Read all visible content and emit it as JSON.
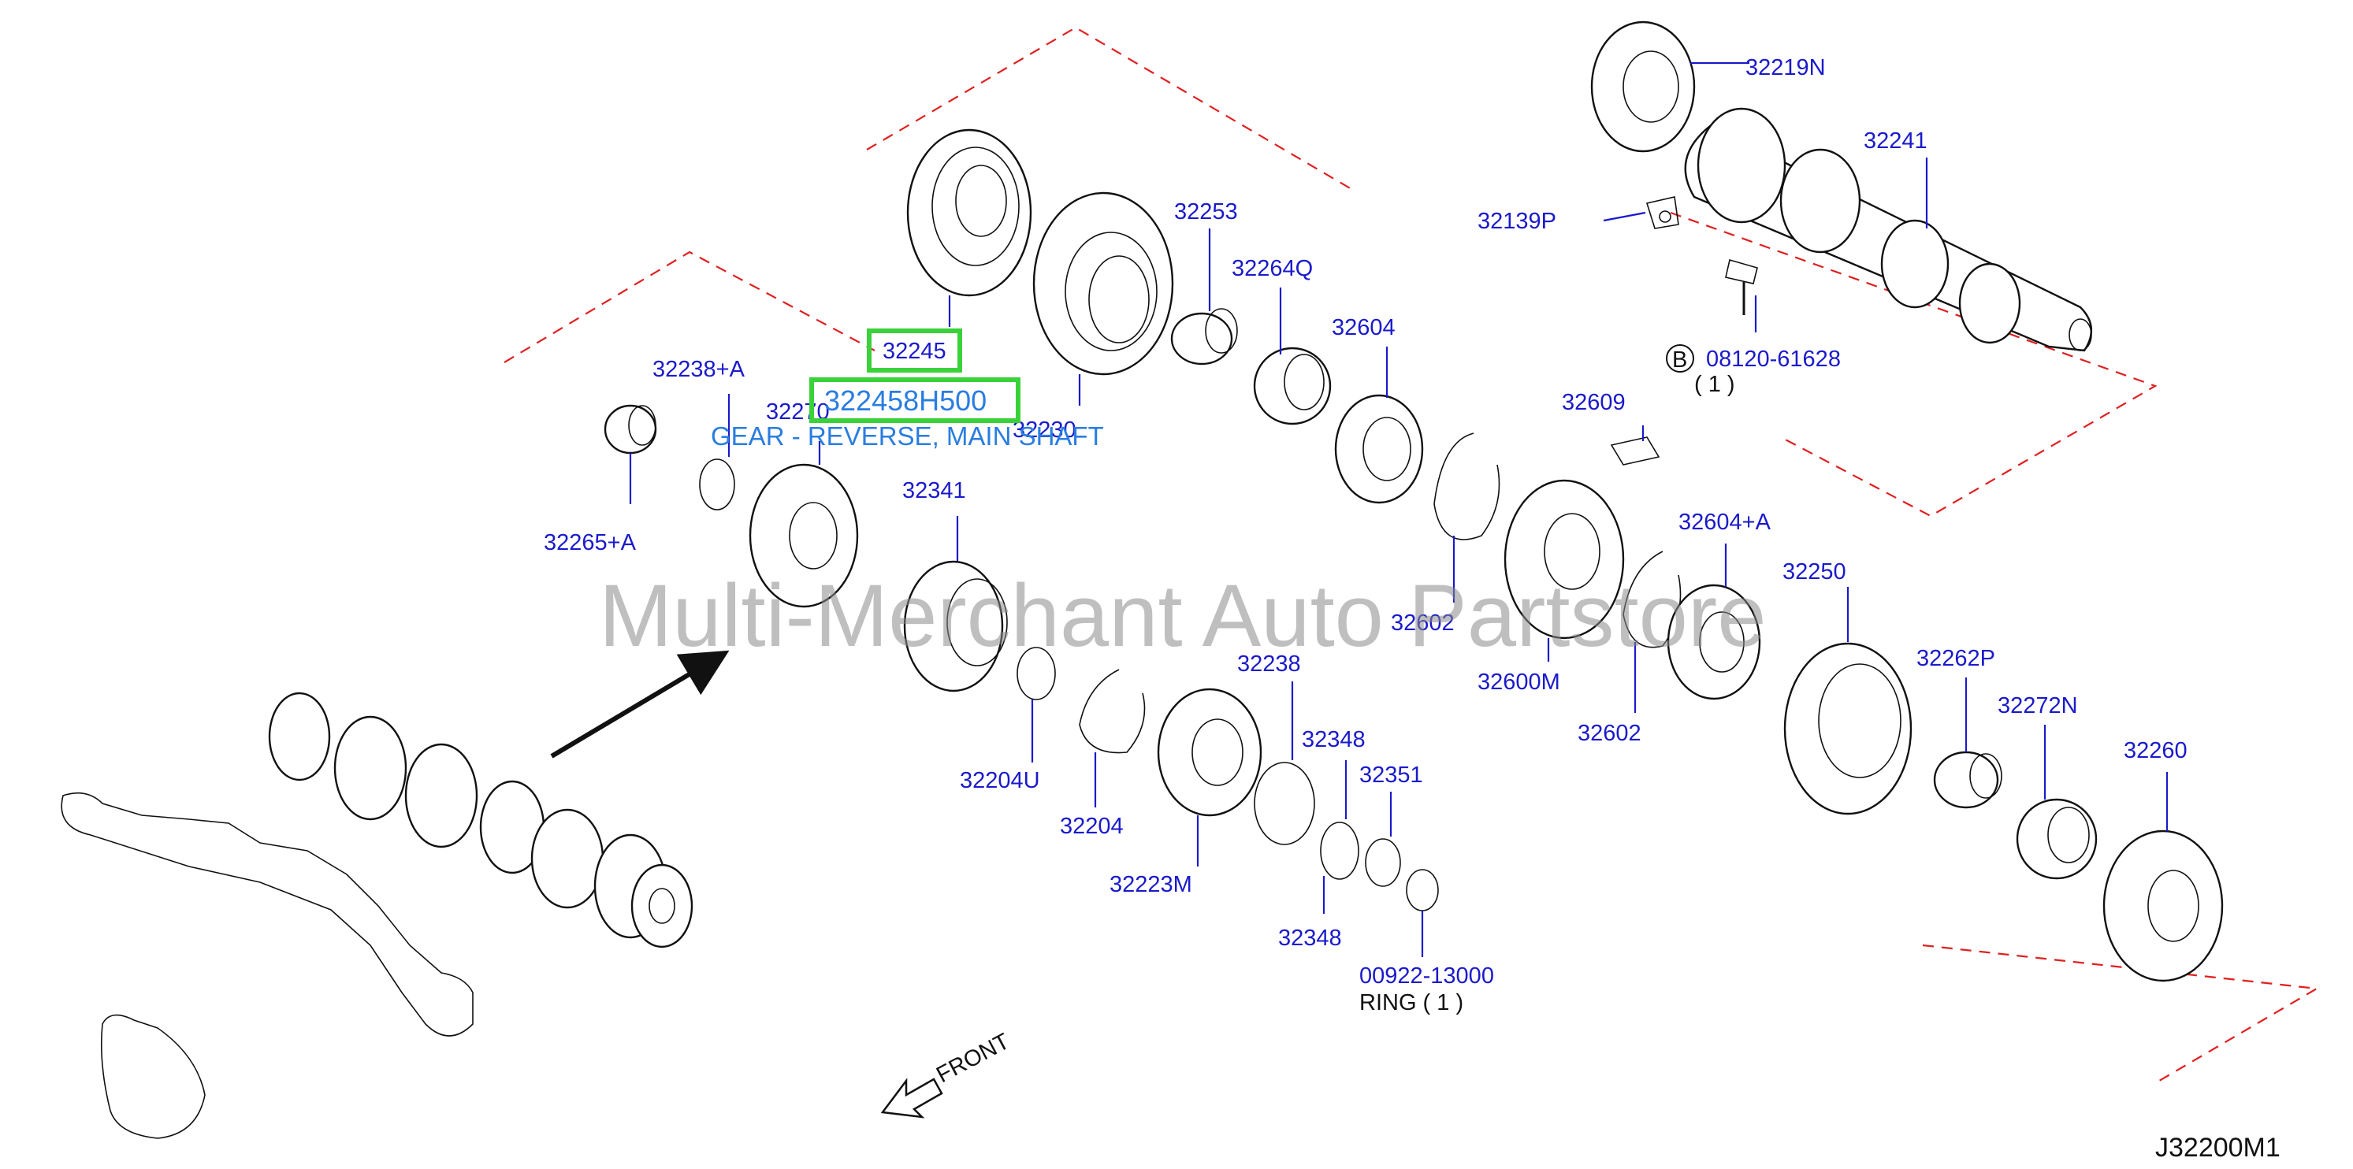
{
  "watermark": "Multi-Merchant Auto Partstore",
  "diagram_code": "J32200M1",
  "front_label": "FRONT",
  "selection": {
    "part_number": "322458H500",
    "description": "GEAR - REVERSE, MAIN SHAFT"
  },
  "callouts": [
    {
      "id": "c32219N",
      "text": "32219N"
    },
    {
      "id": "c32241",
      "text": "32241"
    },
    {
      "id": "c32139P",
      "text": "32139P"
    },
    {
      "id": "c08120",
      "text": "08120-61628"
    },
    {
      "id": "c08120q",
      "text": "( 1 )"
    },
    {
      "id": "c32253",
      "text": "32253"
    },
    {
      "id": "c32264Q",
      "text": "32264Q"
    },
    {
      "id": "c32604",
      "text": "32604"
    },
    {
      "id": "c32245",
      "text": "32245"
    },
    {
      "id": "c32238A",
      "text": "32238+A"
    },
    {
      "id": "c32270",
      "text": "32270"
    },
    {
      "id": "c32230",
      "text": "32230"
    },
    {
      "id": "c32609",
      "text": "32609"
    },
    {
      "id": "c32265A",
      "text": "32265+A"
    },
    {
      "id": "c32341",
      "text": "32341"
    },
    {
      "id": "c32604A",
      "text": "32604+A"
    },
    {
      "id": "c32250",
      "text": "32250"
    },
    {
      "id": "c32602a",
      "text": "32602"
    },
    {
      "id": "c32262P",
      "text": "32262P"
    },
    {
      "id": "c32238",
      "text": "32238"
    },
    {
      "id": "c32600M",
      "text": "32600M"
    },
    {
      "id": "c32272N",
      "text": "32272N"
    },
    {
      "id": "c32602b",
      "text": "32602"
    },
    {
      "id": "c32348a",
      "text": "32348"
    },
    {
      "id": "c32260",
      "text": "32260"
    },
    {
      "id": "c32204U",
      "text": "32204U"
    },
    {
      "id": "c32351",
      "text": "32351"
    },
    {
      "id": "c32204",
      "text": "32204"
    },
    {
      "id": "c32223M",
      "text": "32223M"
    },
    {
      "id": "c32348b",
      "text": "32348"
    },
    {
      "id": "c00922",
      "text": "00922-13000"
    },
    {
      "id": "cRING",
      "text": "RING ( 1 )"
    }
  ],
  "bolt_marker": "B"
}
